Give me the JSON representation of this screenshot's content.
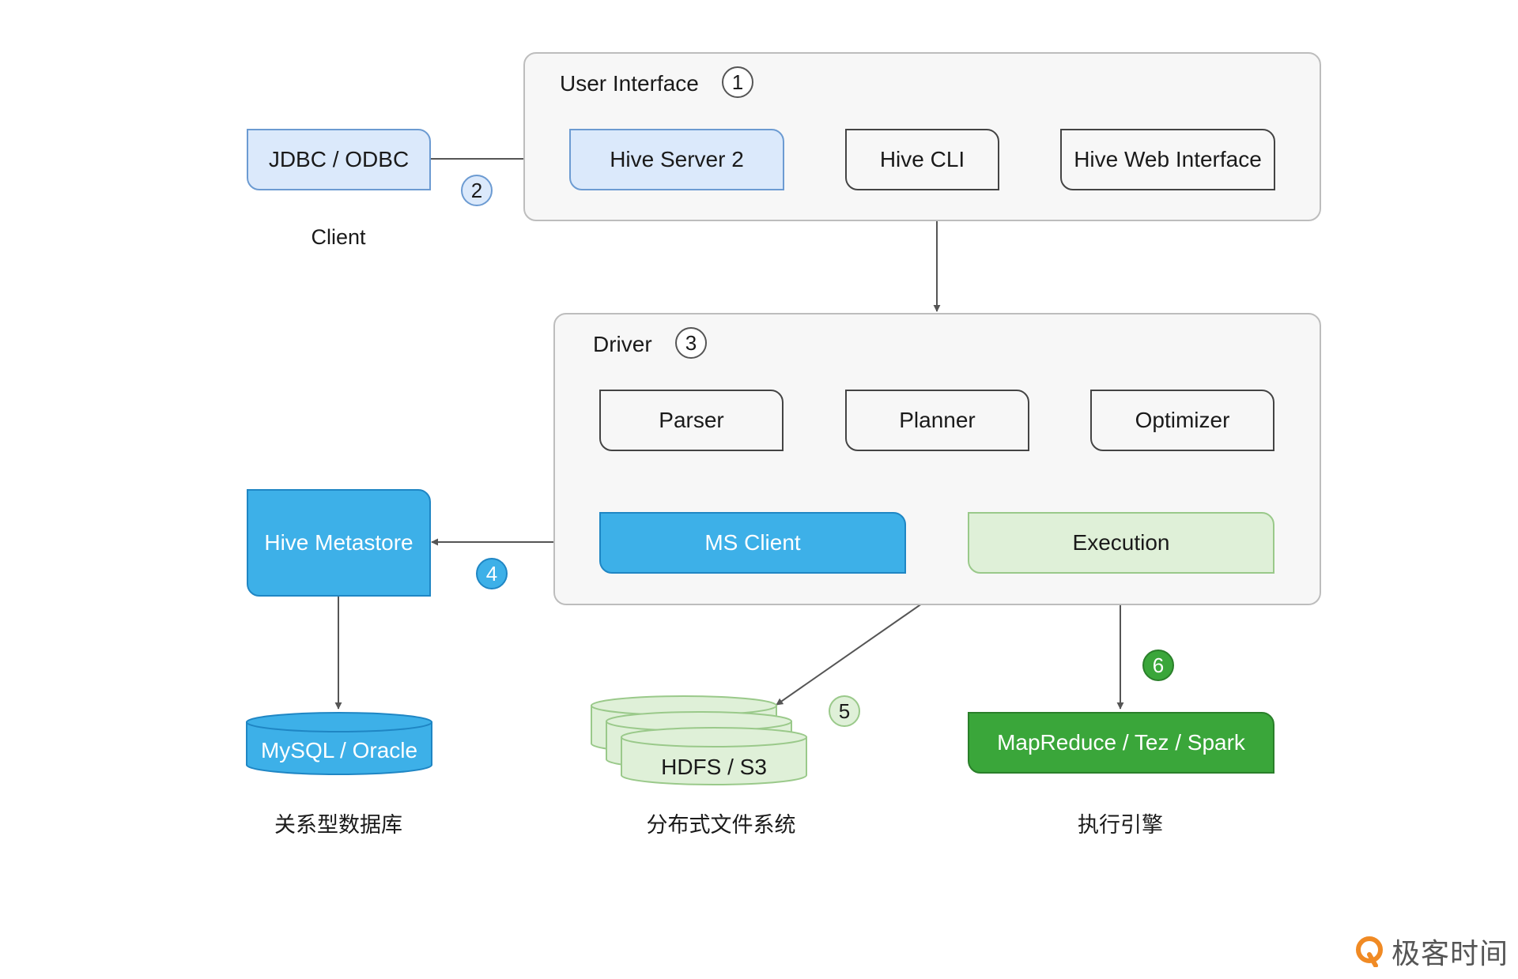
{
  "groups": {
    "user_interface": {
      "title": "User Interface",
      "badge": "1"
    },
    "driver": {
      "title": "Driver",
      "badge": "3"
    }
  },
  "client": {
    "box": "JDBC / ODBC",
    "caption": "Client",
    "badge": "2"
  },
  "ui": {
    "hive_server": "Hive Server 2",
    "hive_cli": "Hive CLI",
    "hive_web": "Hive Web Interface"
  },
  "driver_items": {
    "parser": "Parser",
    "planner": "Planner",
    "optimizer": "Optimizer",
    "ms_client": "MS Client",
    "execution": "Execution"
  },
  "metastore": {
    "label": "Hive Metastore",
    "badge": "4"
  },
  "database": {
    "label": "MySQL / Oracle",
    "caption": "关系型数据库"
  },
  "storage": {
    "label": "HDFS / S3",
    "caption": "分布式文件系统",
    "badge": "5"
  },
  "engine": {
    "label": "MapReduce / Tez / Spark",
    "caption": "执行引擎",
    "badge": "6"
  },
  "watermark": {
    "text": "极客时间"
  },
  "colors": {
    "light_blue": "#dbe9fb",
    "blue": "#3db0e8",
    "light_green": "#dff0d8",
    "green": "#3aa63a",
    "group_bg": "#f7f7f7",
    "arrow": "#555555",
    "logo_orange": "#f08a24"
  }
}
